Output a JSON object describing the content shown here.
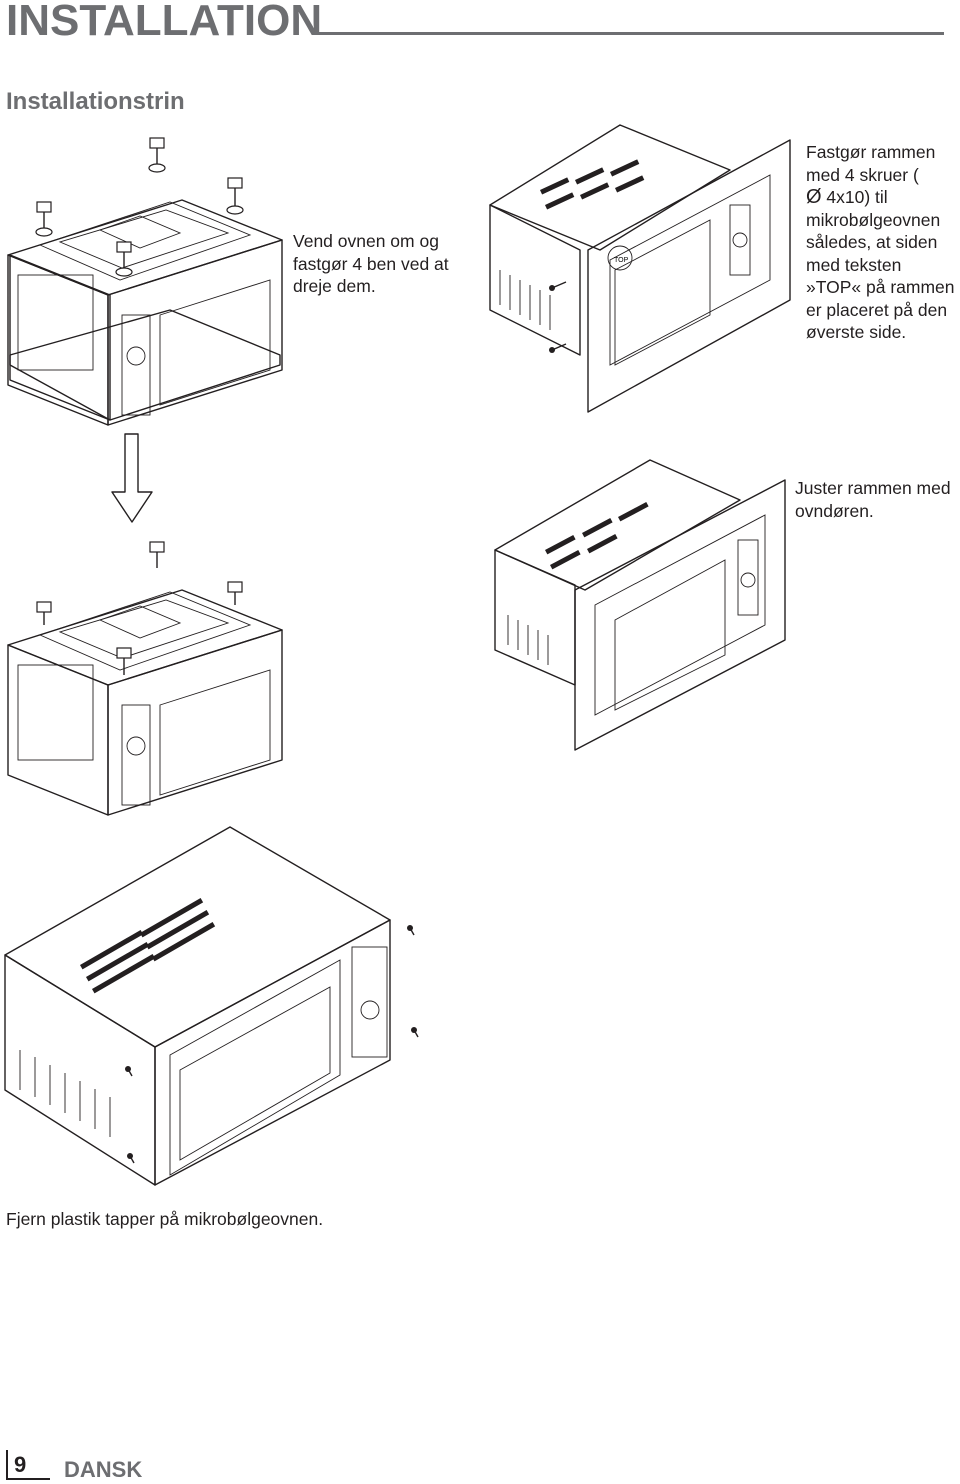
{
  "header": {
    "title": "INSTALLATION"
  },
  "section": {
    "title": "Installationstrin"
  },
  "steps": [
    {
      "caption": "Vend ovnen om og fastgør 4 ben ved at dreje dem."
    },
    {
      "caption_part1": "Fastgør rammen med 4 skruer (",
      "caption_symbol": "Ø",
      "caption_part2": " 4x10) til mikrobølgeovnen således, at siden med teksten »TOP« på rammen er placeret på den øverste side."
    },
    {
      "caption": "Juster rammen med ovndøren."
    },
    {
      "caption": "Fjern plastik tapper på mikrobølgeovnen."
    }
  ],
  "frame_label": "TOP",
  "icons": [
    "arrow-down-icon",
    "screw-icon"
  ],
  "footer": {
    "page_number": "9",
    "language": "DANSK"
  },
  "colors": {
    "heading_gray": "#6d6e71",
    "text": "#231f20"
  }
}
